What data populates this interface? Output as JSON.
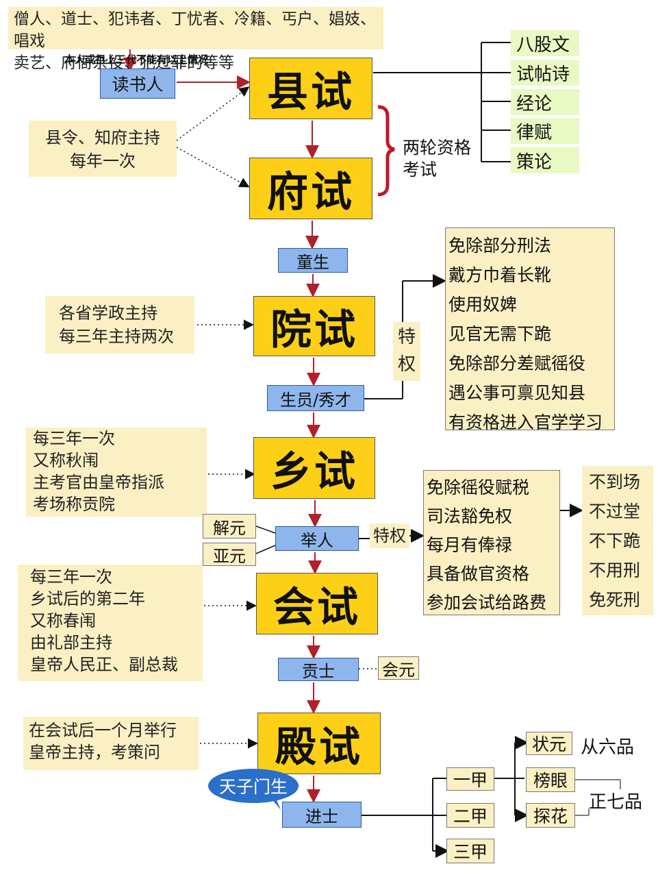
{
  "colors": {
    "exam_fill": "#fdd017",
    "title_fill": "#8fb6ec",
    "note_fill": "#fbf0c4",
    "green_fill": "#e8f9c4",
    "arrow_red": "#b0202a",
    "bracket_red": "#c0182a",
    "bubble_blue": "#2a6fc9"
  },
  "top_note": {
    "line1": "僧人、道士、犯讳者、丁忧者、冷籍、丐户、娼妓、唱戏",
    "line2": "卖艺、府衙杂役、犯过罪的等等"
  },
  "restriction_label": "本人或祖上三代不能有以上情况",
  "scholar": "读书人",
  "exams": {
    "county": "县试",
    "prefecture": "府试",
    "academy": "院试",
    "provincial": "乡试",
    "metropolitan": "会试",
    "palace": "殿试"
  },
  "county_subjects": [
    "八股文",
    "试帖诗",
    "经论",
    "律赋",
    "策论"
  ],
  "county_note": {
    "line1": "县令、知府主持",
    "line2": "每年一次"
  },
  "qualifying": {
    "line1": "两轮资格",
    "line2": "考试"
  },
  "tongsheng": "童生",
  "academy_note": {
    "line1": "各省学政主持",
    "line2": "每三年主持两次"
  },
  "privilege_vertical": {
    "c1": "特",
    "c2": "权"
  },
  "shengyuan": "生员/秀才",
  "shengyuan_privileges": [
    "免除部分刑法",
    "戴方巾着长靴",
    "使用奴婢",
    "见官无需下跪",
    "免除部分差赋徭役",
    "遇公事可禀见知县",
    "有资格进入官学学习"
  ],
  "provincial_note": [
    "每三年一次",
    "又称秋闱",
    "主考官由皇帝指派",
    "考场称贡院"
  ],
  "jieyuan": "解元",
  "yayuan": "亚元",
  "juren": "举人",
  "juren_privilege_label": "特权",
  "juren_privileges": [
    "免除徭役赋税",
    "司法豁免权",
    "每月有俸禄",
    "具备做官资格",
    "参加会试给路费"
  ],
  "immunities": [
    "不到场",
    "不过堂",
    "不下跪",
    "不用刑",
    "免死刑"
  ],
  "metropolitan_note": [
    "每三年一次",
    "乡试后的第二年",
    "又称春闱",
    "由礼部主持",
    "皇帝人民正、副总裁"
  ],
  "gongshi": "贡士",
  "huiyuan": "会元",
  "palace_note": {
    "line1": "在会试后一个月举行",
    "line2": "皇帝主持，考策问"
  },
  "tianzi_mensheng": "天子门生",
  "jinshi": "进士",
  "jia": [
    "一甲",
    "二甲",
    "三甲"
  ],
  "top_three": [
    "状元",
    "榜眼",
    "探花"
  ],
  "ranks": {
    "first": "从六品",
    "second": "正七品"
  }
}
